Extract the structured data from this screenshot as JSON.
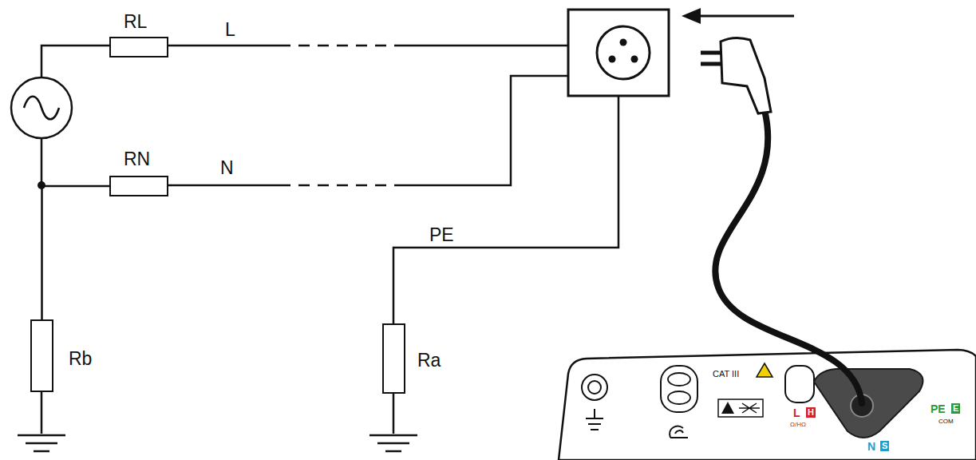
{
  "diagram": {
    "nodes": [
      {
        "text": [
          "RL"
        ]
      },
      {
        "text": [
          "RN"
        ]
      },
      {
        "text": [
          "Rb"
        ]
      },
      {
        "text": [
          "Ra"
        ]
      }
    ],
    "edges": [
      {
        "from": 1,
        "to": 2,
        "arrow": "none"
      }
    ],
    "labels": [
      "L",
      "N",
      "PE",
      "CAT III",
      "L",
      "H",
      "Ω/HΩ",
      "N",
      "S",
      "PE",
      "E",
      "COM"
    ]
  }
}
